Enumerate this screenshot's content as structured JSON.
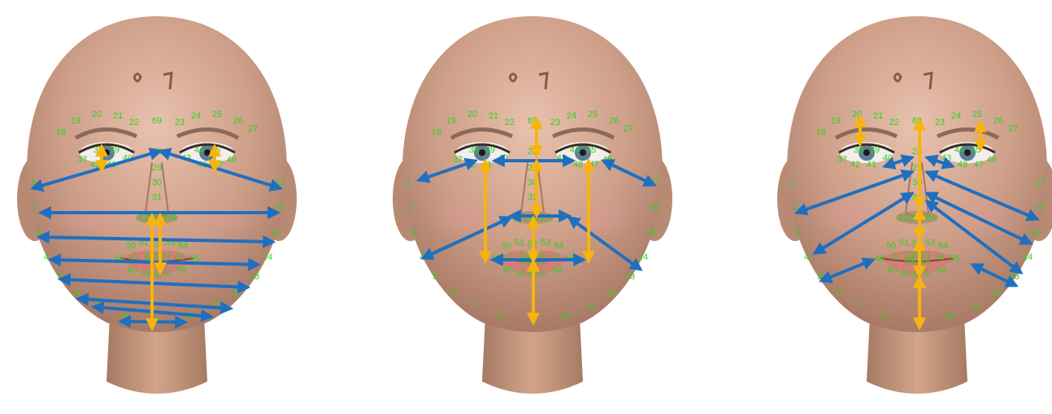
{
  "panels": [
    {
      "landmarks": [
        "1",
        "2",
        "3",
        "4",
        "5",
        "6",
        "7",
        "8",
        "9",
        "10",
        "11",
        "12",
        "13",
        "14",
        "15",
        "16",
        "17",
        "18",
        "19",
        "20",
        "21",
        "22",
        "23",
        "24",
        "25",
        "26",
        "27",
        "28",
        "29",
        "30",
        "31",
        "32",
        "33",
        "34",
        "35",
        "36",
        "37",
        "38",
        "39",
        "40",
        "41",
        "42",
        "43",
        "44",
        "45",
        "46",
        "47",
        "48",
        "49",
        "50",
        "51",
        "52",
        "53",
        "54",
        "55",
        "56",
        "57",
        "58",
        "59",
        "60",
        "61",
        "62",
        "63",
        "64",
        "65",
        "66",
        "67",
        "68",
        "69"
      ]
    },
    {
      "landmarks": [
        "1",
        "2",
        "3",
        "4",
        "5",
        "6",
        "7",
        "8",
        "9",
        "10",
        "11",
        "12",
        "13",
        "14",
        "15",
        "16",
        "17",
        "18",
        "19",
        "20",
        "21",
        "22",
        "23",
        "24",
        "25",
        "26",
        "27",
        "28",
        "29",
        "30",
        "31",
        "32",
        "33",
        "34",
        "35",
        "36",
        "37",
        "38",
        "39",
        "40",
        "41",
        "42",
        "43",
        "44",
        "45",
        "46",
        "47",
        "48",
        "49",
        "50",
        "51",
        "52",
        "53",
        "54",
        "55",
        "56",
        "57",
        "58",
        "59",
        "60",
        "61",
        "62",
        "63",
        "64",
        "65",
        "66",
        "67",
        "68",
        "69"
      ]
    },
    {
      "landmarks": [
        "1",
        "2",
        "3",
        "4",
        "5",
        "6",
        "7",
        "8",
        "9",
        "10",
        "11",
        "12",
        "13",
        "14",
        "15",
        "16",
        "17",
        "18",
        "19",
        "20",
        "21",
        "22",
        "23",
        "24",
        "25",
        "26",
        "27",
        "28",
        "29",
        "30",
        "31",
        "32",
        "33",
        "34",
        "35",
        "36",
        "37",
        "38",
        "39",
        "40",
        "41",
        "42",
        "43",
        "44",
        "45",
        "46",
        "47",
        "48",
        "49",
        "50",
        "51",
        "52",
        "53",
        "54",
        "55",
        "56",
        "57",
        "58",
        "59",
        "60",
        "61",
        "62",
        "63",
        "64",
        "65",
        "66",
        "67",
        "68",
        "69"
      ]
    }
  ],
  "colors": {
    "background": "#ffffff",
    "skin": "#c99a82",
    "landmark_text": "#2fd11f",
    "horizontal_arrow": "#1f6fc0",
    "vertical_arrow": "#f6b40f"
  }
}
